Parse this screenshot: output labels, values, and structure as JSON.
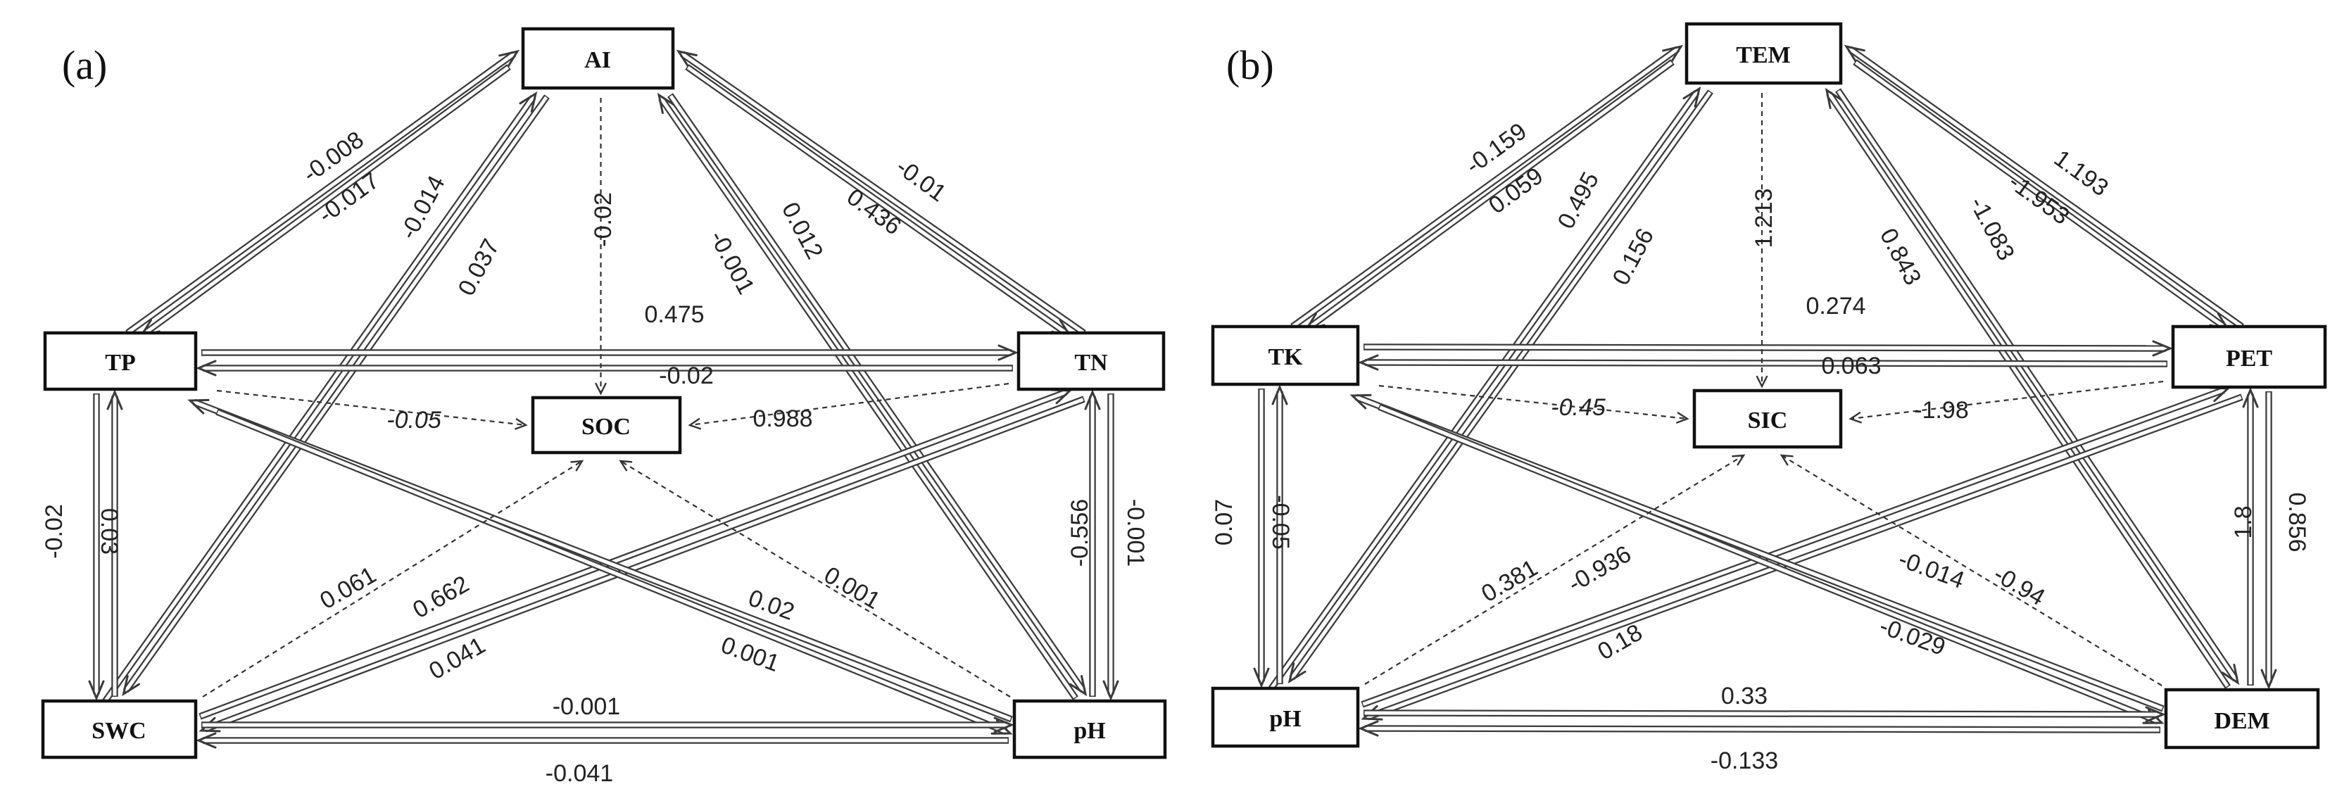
{
  "panels": [
    {
      "label": "(a)",
      "nodes": {
        "top": "AI",
        "left": "TP",
        "right": "TN",
        "center": "SOC",
        "bl": "SWC",
        "br": "pH"
      },
      "coefficients": {
        "top_left_out": "-0.008",
        "top_left_in": "-0.017",
        "top_bl_out": "-0.014",
        "top_bl_in": "0.037",
        "top_center": "-0.02",
        "top_br_out": "-0.001",
        "top_br_in": "0.012",
        "top_right_out": "-0.01",
        "top_right_in": "0.436",
        "left_right": "0.475",
        "right_left": "-0.02",
        "left_center": "-0.05",
        "right_center": "0.988",
        "left_bl": "-0.02",
        "bl_left": "0.03",
        "right_br": "-0.001",
        "br_right": "-0.556",
        "bl_center": "0.061",
        "br_center": "0.001",
        "bl_right": "0.662",
        "right_bl": "0.041",
        "left_br": "0.02",
        "br_left": "0.001",
        "bl_br": "-0.001",
        "br_bl": "-0.041"
      }
    },
    {
      "label": "(b)",
      "nodes": {
        "top": "TEM",
        "left": "TK",
        "right": "PET",
        "center": "SIC",
        "bl": "pH",
        "br": "DEM"
      },
      "coefficients": {
        "top_left_out": "-0.159",
        "top_left_in": "0.059",
        "top_bl_out": "0.495",
        "top_bl_in": "0.156",
        "top_center": "1.213",
        "top_br_out": "-1.083",
        "top_br_in": "0.843",
        "top_right_out": "1.193",
        "top_right_in": "-1.953",
        "left_right": "0.274",
        "right_left": "0.063",
        "left_center": "-0.45",
        "right_center": "-1.98",
        "left_bl": "0.07",
        "bl_left": "-0.05",
        "right_br": "1.8",
        "br_right": "0.856",
        "bl_center": "0.381",
        "br_center": "-0.94",
        "bl_right": "-0.936",
        "right_bl": "0.18",
        "left_br": "-0.014",
        "br_left": "-0.029",
        "bl_br": "0.33",
        "br_bl": "-0.133"
      }
    }
  ]
}
